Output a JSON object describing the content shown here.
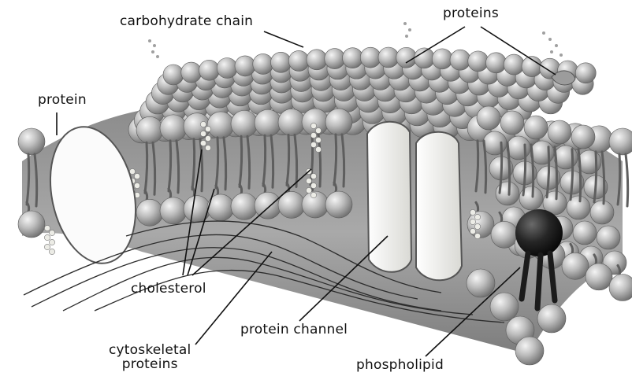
{
  "labels": {
    "carbohydrate_chain": "carbohydrate chain",
    "proteins": "proteins",
    "protein": "protein",
    "cholesterol": "cholesterol",
    "protein_channel": "protein channel",
    "cytoskeletal_line1": "cytoskeletal",
    "cytoskeletal_line2": "proteins",
    "phospholipid": "phospholipid"
  },
  "colors": {
    "head": "#b9b9b9",
    "head_highlight": "#f2f2f2",
    "head_shadow": "#6d6d6d",
    "tail": "#8a8a8a",
    "cholesterol": "#e8e8e2",
    "protein_light": "#fafafa",
    "protein_channel": "#eeeeea",
    "phospholipid_dark": "#1e1e1e",
    "leader_line": "#111111"
  }
}
